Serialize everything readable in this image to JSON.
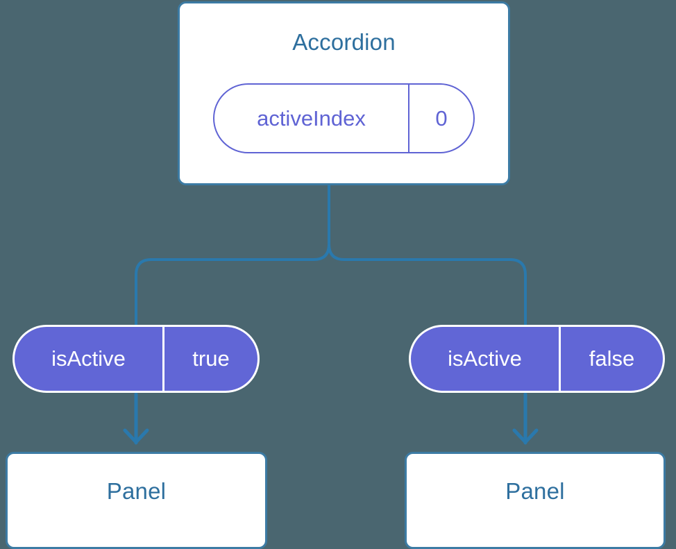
{
  "diagram": {
    "type": "component-state-tree",
    "background_color": "#4a6670",
    "root": {
      "label": "Accordion",
      "prop": {
        "key": "activeIndex",
        "value": "0"
      }
    },
    "branches": [
      {
        "side": "left",
        "badge": {
          "key": "isActive",
          "value": "true"
        },
        "child": {
          "label": "Panel"
        }
      },
      {
        "side": "right",
        "badge": {
          "key": "isActive",
          "value": "false"
        },
        "child": {
          "label": "Panel"
        }
      }
    ],
    "colors": {
      "background": "#4a6670",
      "card_border": "#3c7ba4",
      "card_fill": "#ffffff",
      "title_text": "#2e6f9e",
      "prop_outline": "#5f63d4",
      "prop_outline_text": "#5f63d4",
      "badge_fill": "#6166d6",
      "badge_text": "#ffffff",
      "badge_stroke": "#ffffff",
      "connector": "#2a79ad",
      "arrow": "#2a79ad"
    }
  }
}
